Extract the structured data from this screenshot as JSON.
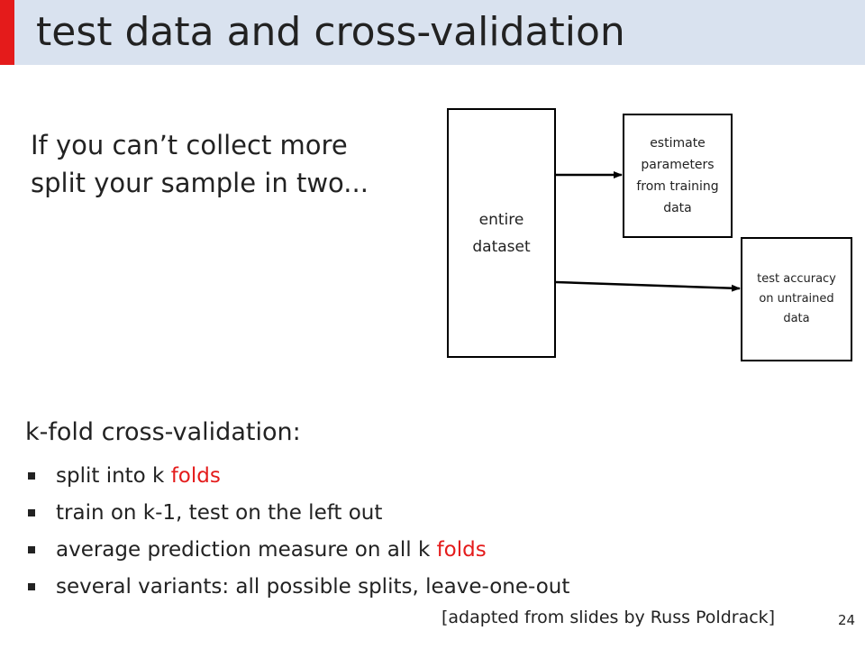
{
  "slide": {
    "title": "test data and cross-validation",
    "accent_color": "#e41b1b",
    "header_color": "#d9e2ef",
    "intro_lines": [
      "If you can’t collect more",
      "split your sample in two..."
    ],
    "diagram": {
      "entire_dataset": [
        "entire",
        "dataset"
      ],
      "training_box": [
        "estimate",
        "parameters",
        "from training",
        "data"
      ],
      "test_box": [
        "test accuracy",
        "on untrained",
        "data"
      ]
    },
    "kfold": {
      "heading": "k-fold cross-validation:",
      "bullets": [
        {
          "pre": "split into k ",
          "highlight": "folds",
          "post": ""
        },
        {
          "pre": "train on k-1, test on the left out",
          "highlight": "",
          "post": ""
        },
        {
          "pre": "average prediction measure on all k ",
          "highlight": "folds",
          "post": ""
        },
        {
          "pre": "several variants: all possible splits, leave-one-out",
          "highlight": "",
          "post": ""
        }
      ]
    },
    "citation": "[adapted from slides by Russ Poldrack]",
    "page_number": "24"
  }
}
